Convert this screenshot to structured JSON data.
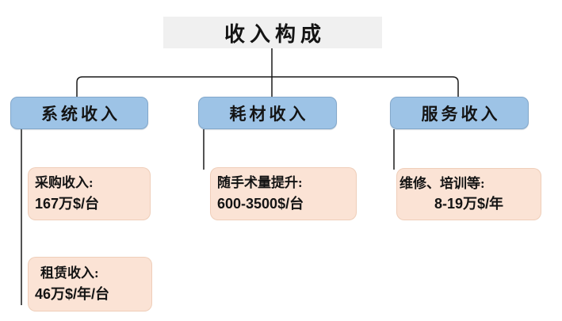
{
  "diagram": {
    "root": {
      "label": "收入构成"
    },
    "branches": [
      {
        "label": "系统收入",
        "details": [
          {
            "title": "采购收入:",
            "value": "167万$/台"
          },
          {
            "title": "租赁收入:",
            "value": "46万$/年/台"
          }
        ]
      },
      {
        "label": "耗材收入",
        "details": [
          {
            "title": "随手术量提升:",
            "value": "600-3500$/台"
          }
        ]
      },
      {
        "label": "服务收入",
        "details": [
          {
            "title": "维修、培训等:",
            "value": "8-19万$/年"
          }
        ]
      }
    ]
  },
  "colors": {
    "root_fill": "#F0F0F0",
    "branch_fill": "#9DC3E6",
    "detail_fill": "#FBE3D5",
    "connector": "#1A1A1A"
  }
}
